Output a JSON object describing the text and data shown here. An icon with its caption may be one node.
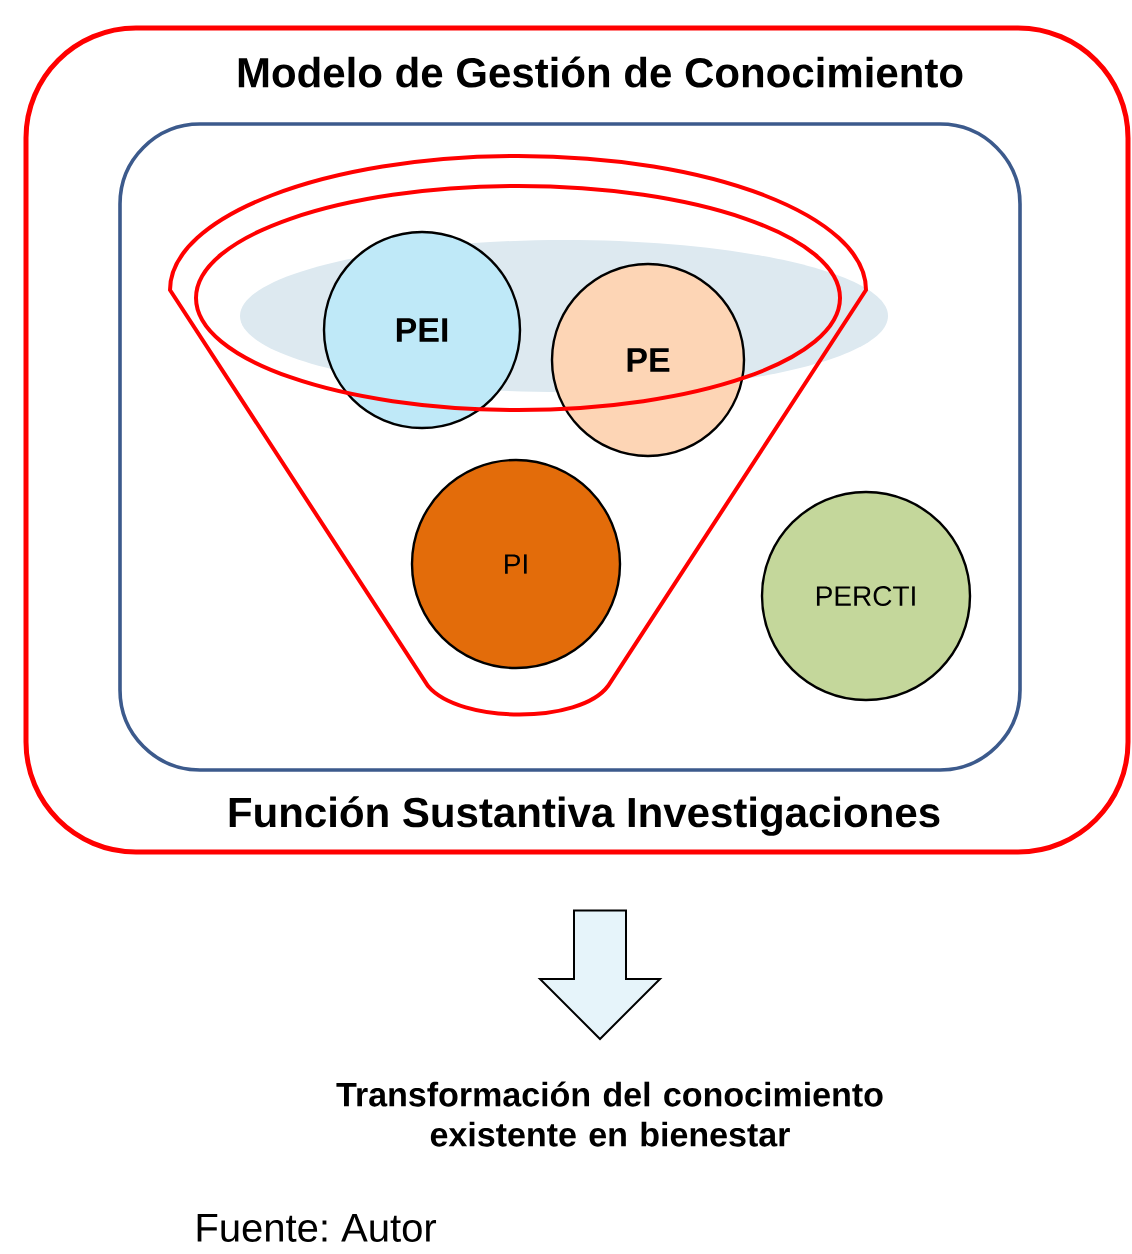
{
  "diagram": {
    "nodes": [
      {
        "text": [
          "Modelo de Gestión de Conocimiento",
          "Función Sustantiva Investigaciones"
        ]
      },
      {
        "text": [],
        "shape": "box",
        "in": 0
      },
      {
        "text": [],
        "shape": "funnel",
        "in": 1
      },
      {
        "text": [
          "PEI"
        ],
        "in": 2
      },
      {
        "text": [
          "PE"
        ],
        "in": 2
      },
      {
        "text": [
          "PI"
        ],
        "in": 2
      },
      {
        "text": [
          "PERCTI"
        ],
        "in": 1
      },
      {
        "text": [
          "Transformación del conocimiento existente en bienestar"
        ]
      }
    ],
    "edges": [
      {
        "from": 0,
        "to": 7,
        "arrow": "to"
      }
    ],
    "labels": [
      "Fuente: Autor"
    ]
  }
}
